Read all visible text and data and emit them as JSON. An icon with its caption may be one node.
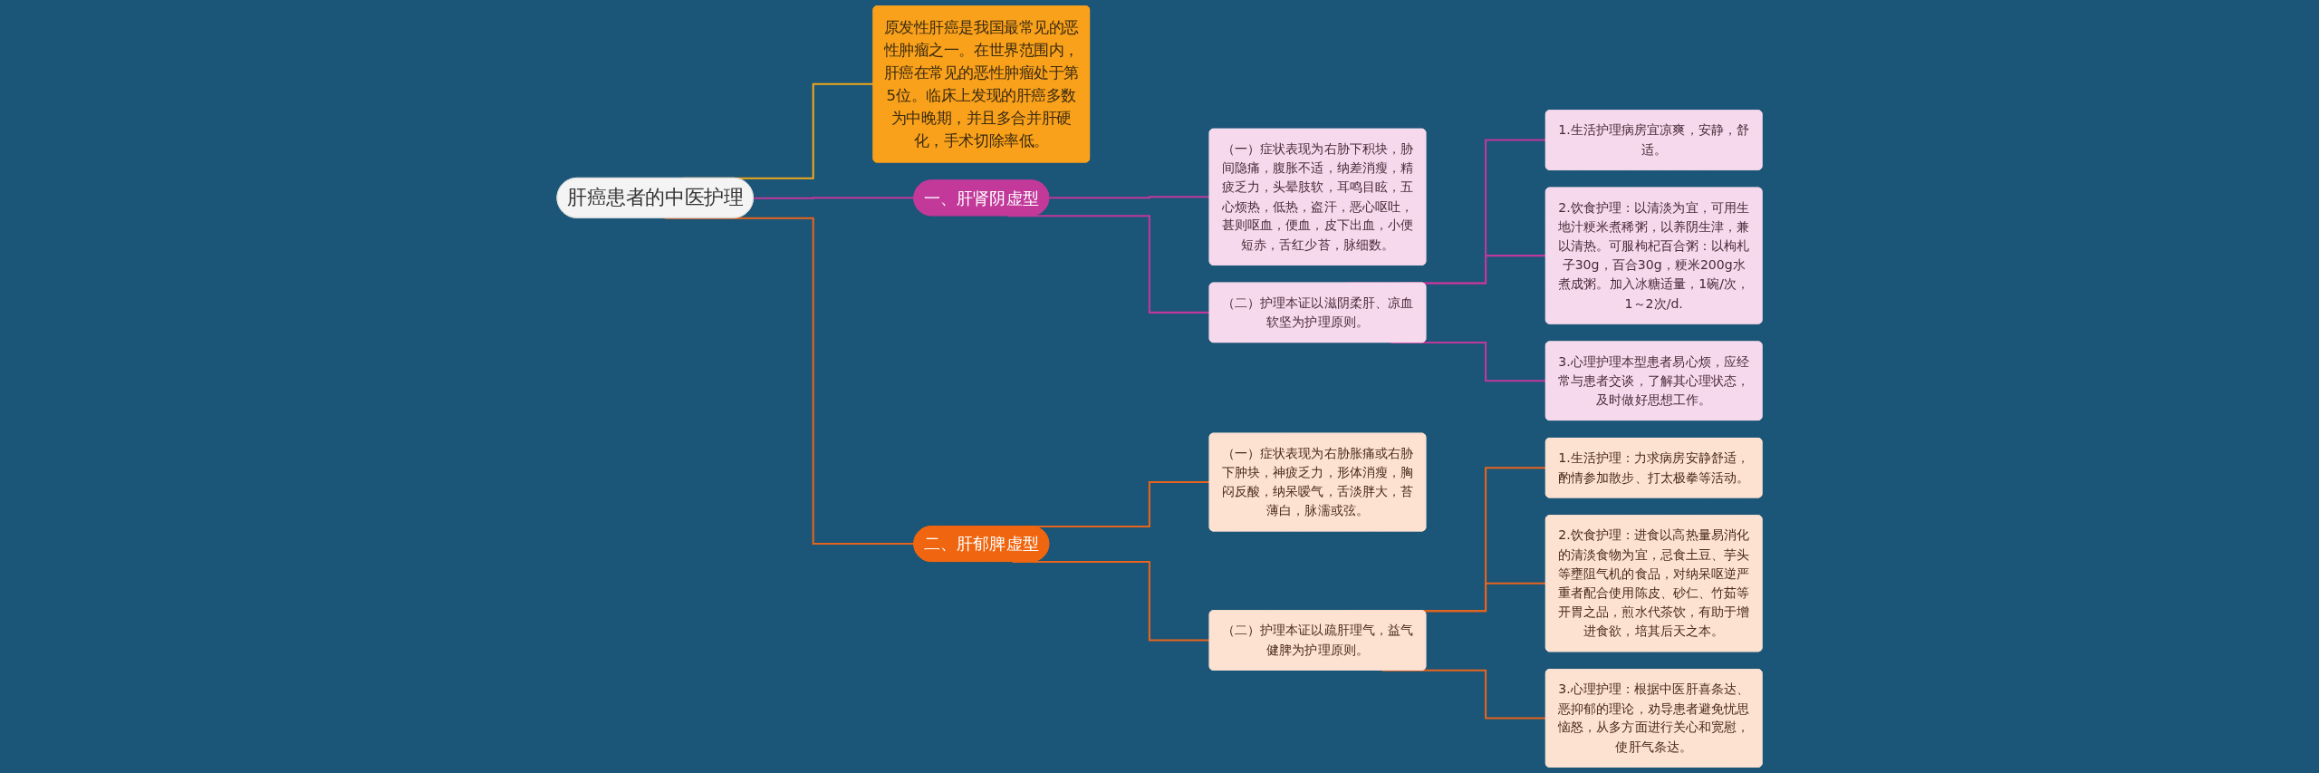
{
  "diagram": {
    "nodes": [
      {
        "text": [
          "肝癌患者的中医护理"
        ]
      },
      {
        "text": [
          "原发性肝癌是我国最常见的恶性肿瘤之一。在世界范围内，肝癌在常见的恶性肿瘤处于第5位。临床上发现的肝癌多数为中晚期，并且多合并肝硬化，手术切除率低。"
        ]
      },
      {
        "text": [
          "一、肝肾阴虚型"
        ]
      },
      {
        "text": [
          "（一）症状表现为右胁下积块，胁间隐痛，腹胀不适，纳差消瘦，精疲乏力，头晕肢软，耳鸣目眩，五心烦热，低热，盗汗，恶心呕吐，甚则呕血，便血，皮下出血，小便短赤，舌红少苔，脉细数。"
        ]
      },
      {
        "text": [
          "（二）护理本证以滋阴柔肝、凉血软坚为护理原则。"
        ]
      },
      {
        "text": [
          "1.生活护理病房宜凉爽，安静，舒适。"
        ]
      },
      {
        "text": [
          "2.饮食护理：以清淡为宜，可用生地汁粳米煮稀粥，以养阴生津，兼以清热。可服枸杞百合粥：以枸札子30g，百合30g，粳米200g水煮成粥。加入冰糖适量，1碗/次，1～2次/d."
        ]
      },
      {
        "text": [
          "3.心理护理本型患者易心烦，应经常与患者交谈，了解其心理状态，及时做好思想工作。"
        ]
      },
      {
        "text": [
          "二、肝郁脾虚型"
        ]
      },
      {
        "text": [
          "（一）症状表现为右胁胀痛或右胁下肿块，神疲乏力，形体消瘦，胸闷反酸，纳呆嗳气，舌淡胖大，苔薄白，脉濡或弦。"
        ]
      },
      {
        "text": [
          "（二）护理本证以疏肝理气，益气健脾为护理原则。"
        ]
      },
      {
        "text": [
          "1.生活护理：力求病房安静舒适，酌情参加散步、打太极拳等活动。"
        ]
      },
      {
        "text": [
          "2.饮食护理：进食以高热量易消化的清淡食物为宜，忌食土豆、芋头等壅阻气机的食品，对纳呆呕逆严重者配合使用陈皮、砂仁、竹茹等开胃之品，煎水代茶饮，有助于增进食欲，培其后天之本。"
        ]
      },
      {
        "text": [
          "3.心理护理：根据中医肝喜条达、恶抑郁的理论，劝导患者避免忧思恼怒，从多方面进行关心和宽慰，使肝气条达。"
        ]
      }
    ],
    "edges": [
      {
        "from": 0,
        "to": 1,
        "arrow": "none",
        "color": "#f0a71c"
      },
      {
        "from": 0,
        "to": 2,
        "arrow": "none",
        "color": "#c0399a"
      },
      {
        "from": 2,
        "to": 3,
        "arrow": "none",
        "color": "#c0399a"
      },
      {
        "from": 2,
        "to": 4,
        "arrow": "none",
        "color": "#c0399a"
      },
      {
        "from": 4,
        "to": 5,
        "arrow": "none",
        "color": "#c0399a"
      },
      {
        "from": 4,
        "to": 6,
        "arrow": "none",
        "color": "#c0399a"
      },
      {
        "from": 4,
        "to": 7,
        "arrow": "none",
        "color": "#c0399a"
      },
      {
        "from": 0,
        "to": 8,
        "arrow": "none",
        "color": "#e8641c"
      },
      {
        "from": 8,
        "to": 9,
        "arrow": "none",
        "color": "#e8641c"
      },
      {
        "from": 8,
        "to": 10,
        "arrow": "none",
        "color": "#e8641c"
      },
      {
        "from": 10,
        "to": 11,
        "arrow": "none",
        "color": "#e8641c"
      },
      {
        "from": 10,
        "to": 12,
        "arrow": "none",
        "color": "#e8641c"
      },
      {
        "from": 10,
        "to": 13,
        "arrow": "none",
        "color": "#e8641c"
      }
    ]
  }
}
